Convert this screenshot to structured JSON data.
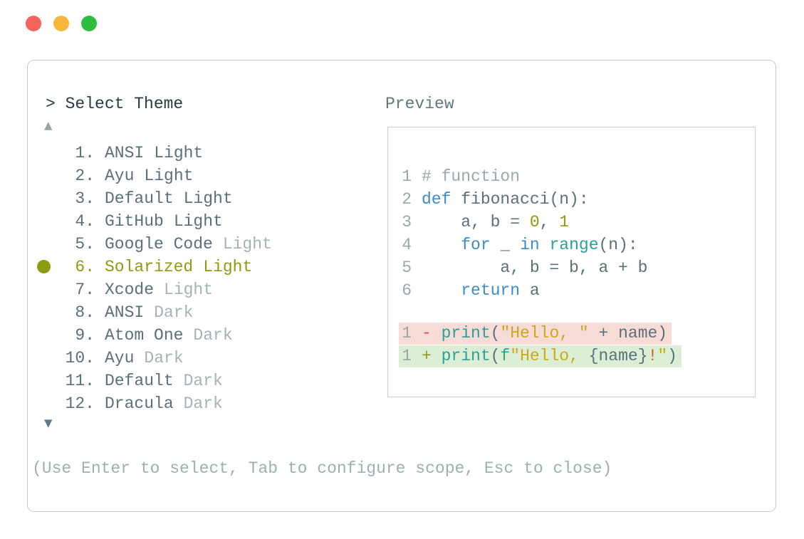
{
  "window": {
    "controls": [
      "close",
      "minimize",
      "zoom"
    ]
  },
  "panel": {
    "prompt": "> Select Theme",
    "scroll_up_icon": "▲",
    "scroll_down_icon": "▼",
    "footer_hint": "(Use Enter to select, Tab to configure scope, Esc to close)"
  },
  "theme_list": {
    "selected_index": 5,
    "items": [
      {
        "num": "1.",
        "name": "ANSI",
        "variant": "Light",
        "variant_dimmed": false,
        "selected": false
      },
      {
        "num": "2.",
        "name": "Ayu",
        "variant": "Light",
        "variant_dimmed": false,
        "selected": false
      },
      {
        "num": "3.",
        "name": "Default",
        "variant": "Light",
        "variant_dimmed": false,
        "selected": false
      },
      {
        "num": "4.",
        "name": "GitHub",
        "variant": "Light",
        "variant_dimmed": false,
        "selected": false
      },
      {
        "num": "5.",
        "name": "Google Code",
        "variant": "Light",
        "variant_dimmed": true,
        "selected": false
      },
      {
        "num": "6.",
        "name": "Solarized",
        "variant": "Light",
        "variant_dimmed": false,
        "selected": true
      },
      {
        "num": "7.",
        "name": "Xcode",
        "variant": "Light",
        "variant_dimmed": true,
        "selected": false
      },
      {
        "num": "8.",
        "name": "ANSI",
        "variant": "Dark",
        "variant_dimmed": true,
        "selected": false
      },
      {
        "num": "9.",
        "name": "Atom One",
        "variant": "Dark",
        "variant_dimmed": true,
        "selected": false
      },
      {
        "num": "10.",
        "name": "Ayu",
        "variant": "Dark",
        "variant_dimmed": true,
        "selected": false
      },
      {
        "num": "11.",
        "name": "Default",
        "variant": "Dark",
        "variant_dimmed": true,
        "selected": false
      },
      {
        "num": "12.",
        "name": "Dracula",
        "variant": "Dark",
        "variant_dimmed": true,
        "selected": false
      }
    ]
  },
  "preview": {
    "label": "Preview",
    "code_lines": [
      {
        "num": "1",
        "tokens": [
          {
            "t": "# function",
            "c": "comment"
          }
        ]
      },
      {
        "num": "2",
        "tokens": [
          {
            "t": "def",
            "c": "kw"
          },
          {
            "t": " fibonacci(n):",
            "c": "base"
          }
        ]
      },
      {
        "num": "3",
        "tokens": [
          {
            "t": "    a, b = ",
            "c": "base"
          },
          {
            "t": "0",
            "c": "num"
          },
          {
            "t": ", ",
            "c": "base"
          },
          {
            "t": "1",
            "c": "num"
          }
        ]
      },
      {
        "num": "4",
        "tokens": [
          {
            "t": "    ",
            "c": "base"
          },
          {
            "t": "for",
            "c": "kw"
          },
          {
            "t": " _ ",
            "c": "base"
          },
          {
            "t": "in",
            "c": "kw"
          },
          {
            "t": " ",
            "c": "base"
          },
          {
            "t": "range",
            "c": "fn"
          },
          {
            "t": "(n):",
            "c": "base"
          }
        ]
      },
      {
        "num": "5",
        "tokens": [
          {
            "t": "        a, b = b, a + b",
            "c": "base"
          }
        ]
      },
      {
        "num": "6",
        "tokens": [
          {
            "t": "    ",
            "c": "base"
          },
          {
            "t": "return",
            "c": "kw"
          },
          {
            "t": " a",
            "c": "base"
          }
        ]
      }
    ],
    "diff_lines": [
      {
        "num": "1",
        "kind": "removed",
        "tokens": [
          {
            "t": "-",
            "c": "minus"
          },
          {
            "t": " ",
            "c": "base"
          },
          {
            "t": "print",
            "c": "fn"
          },
          {
            "t": "(",
            "c": "base"
          },
          {
            "t": "\"Hello, \"",
            "c": "str"
          },
          {
            "t": " + name)",
            "c": "base"
          }
        ]
      },
      {
        "num": "1",
        "kind": "added",
        "tokens": [
          {
            "t": "+",
            "c": "plus"
          },
          {
            "t": " ",
            "c": "base"
          },
          {
            "t": "print",
            "c": "fn"
          },
          {
            "t": "(",
            "c": "base"
          },
          {
            "t": "f",
            "c": "fn"
          },
          {
            "t": "\"Hello, ",
            "c": "str"
          },
          {
            "t": "{name}",
            "c": "base"
          },
          {
            "t": "!",
            "c": "orange"
          },
          {
            "t": "\"",
            "c": "str"
          },
          {
            "t": ")",
            "c": "base"
          }
        ]
      }
    ]
  },
  "colors": {
    "base": "#5b7078",
    "dim": "#a6b2b4",
    "comment": "#9aa9a9",
    "gutter": "#9aa8ab",
    "olive": "#8b9c10",
    "blue": "#3a8bd0",
    "teal": "#2aa198",
    "yellow": "#cda715",
    "red": "#dc4a45",
    "orange": "#cb6226",
    "removed_bg": "#f6dbd7",
    "added_bg": "#ddeed7",
    "panel_border": "#c9cccd",
    "preview_border": "#cbcfd2",
    "prompt_text": "#2c3a41",
    "preview_label": "#5f797e",
    "footer_text": "#9fb0ad",
    "scroll_up": "#93a4a2",
    "scroll_down": "#5f7780",
    "light_red": "#f3645d",
    "light_yellow": "#f5b63b",
    "light_green": "#2ebd41"
  }
}
